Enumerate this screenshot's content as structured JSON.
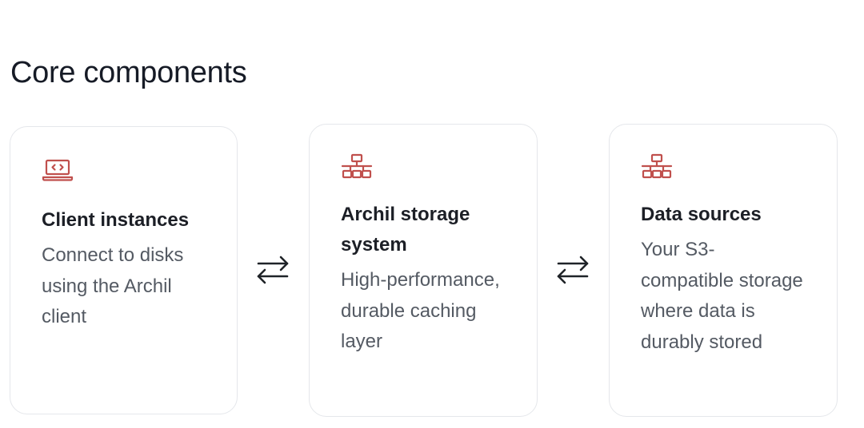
{
  "section": {
    "title": "Core components"
  },
  "cards": [
    {
      "icon": "laptop-code-icon",
      "title": "Client instances",
      "description": "Connect to disks using the Archil client"
    },
    {
      "icon": "network-icon",
      "title": "Archil storage system",
      "description": "High-performance, durable caching layer"
    },
    {
      "icon": "network-icon",
      "title": "Data sources",
      "description": "Your S3-compatible storage where data is durably stored"
    }
  ],
  "connectors": [
    {
      "icon": "bidirectional-arrows-icon"
    },
    {
      "icon": "bidirectional-arrows-icon"
    }
  ],
  "colors": {
    "accent_icon": "#c0504d",
    "title_text": "#161b26",
    "body_text": "#545a63",
    "card_border": "#e5e7eb"
  }
}
